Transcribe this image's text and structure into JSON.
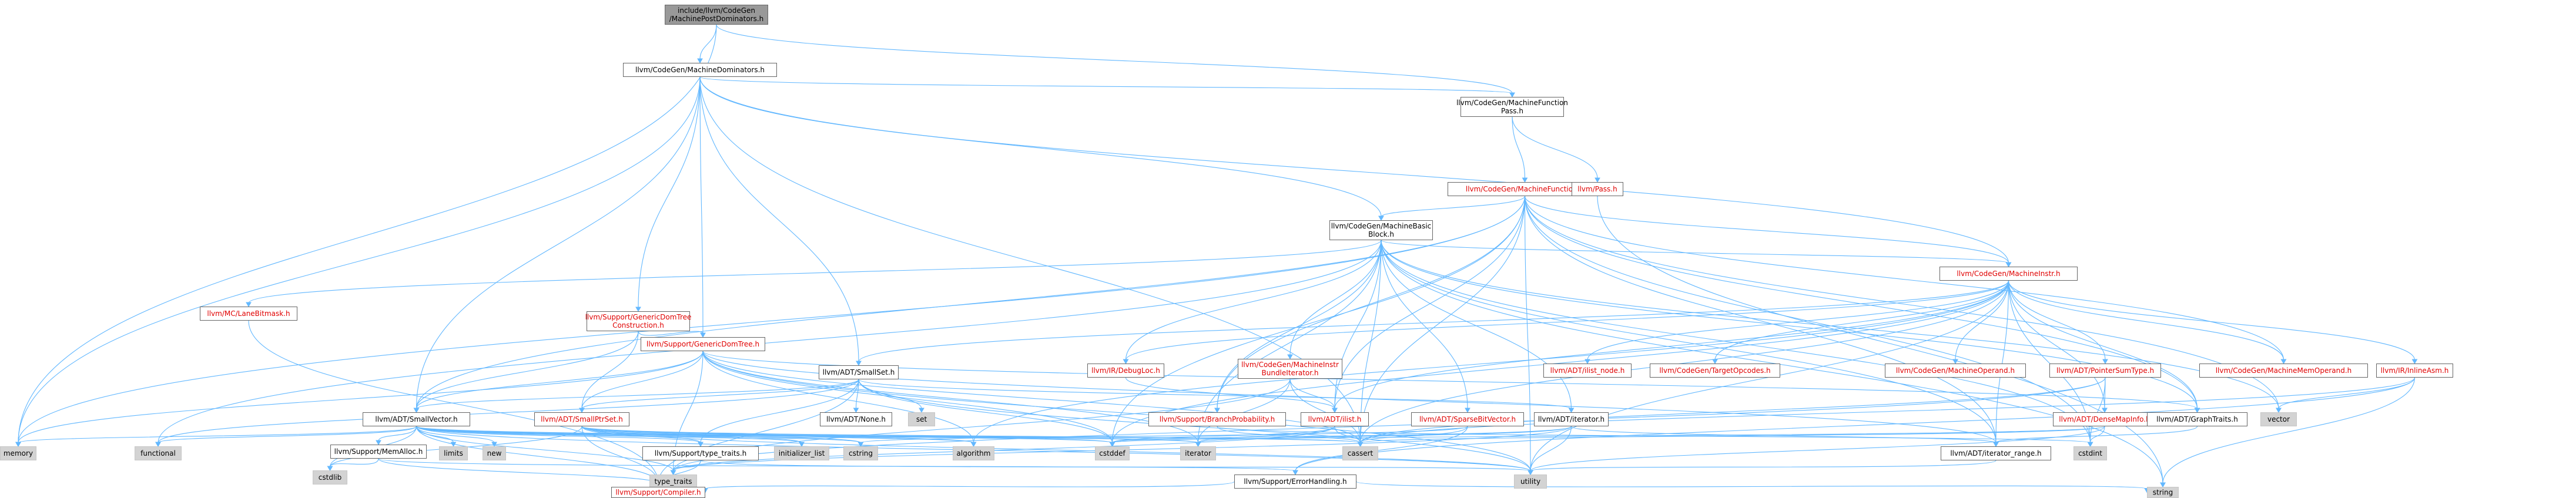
{
  "nodes": [
    {
      "id": "root",
      "lines": [
        "include/llvm/CodeGen",
        "/MachinePostDominators.h"
      ],
      "kind": "sel",
      "link": false
    },
    {
      "id": "mdom",
      "lines": [
        "llvm/CodeGen/MachineDominators.h"
      ],
      "kind": "white",
      "link": true
    },
    {
      "id": "mfp",
      "lines": [
        "llvm/CodeGen/MachineFunction",
        "Pass.h"
      ],
      "kind": "white",
      "link": true
    },
    {
      "id": "mf",
      "lines": [
        "llvm/CodeGen/MachineFunction.h"
      ],
      "kind": "red",
      "link": true
    },
    {
      "id": "pass",
      "lines": [
        "llvm/Pass.h"
      ],
      "kind": "red",
      "link": true
    },
    {
      "id": "mbb",
      "lines": [
        "llvm/CodeGen/MachineBasic",
        "Block.h"
      ],
      "kind": "white",
      "link": true
    },
    {
      "id": "gdtc",
      "lines": [
        "llvm/Support/GenericDomTree",
        "Construction.h"
      ],
      "kind": "red",
      "link": true
    },
    {
      "id": "lanebm",
      "lines": [
        "llvm/MC/LaneBitmask.h"
      ],
      "kind": "red",
      "link": true
    },
    {
      "id": "mi",
      "lines": [
        "llvm/CodeGen/MachineInstr.h"
      ],
      "kind": "red",
      "link": true
    },
    {
      "id": "gdt",
      "lines": [
        "llvm/Support/GenericDomTree.h"
      ],
      "kind": "red",
      "link": true
    },
    {
      "id": "smallset",
      "lines": [
        "llvm/ADT/SmallSet.h"
      ],
      "kind": "white",
      "link": true
    },
    {
      "id": "debugloc",
      "lines": [
        "llvm/IR/DebugLoc.h"
      ],
      "kind": "red",
      "link": true
    },
    {
      "id": "mibi",
      "lines": [
        "llvm/CodeGen/MachineInstr",
        "BundleIterator.h"
      ],
      "kind": "red",
      "link": true
    },
    {
      "id": "listnode",
      "lines": [
        "llvm/ADT/ilist_node.h"
      ],
      "kind": "red",
      "link": true
    },
    {
      "id": "tgtop",
      "lines": [
        "llvm/CodeGen/TargetOpcodes.h"
      ],
      "kind": "red",
      "link": true
    },
    {
      "id": "mop",
      "lines": [
        "llvm/CodeGen/MachineOperand.h"
      ],
      "kind": "red",
      "link": true
    },
    {
      "id": "psum",
      "lines": [
        "llvm/ADT/PointerSumType.h"
      ],
      "kind": "red",
      "link": true
    },
    {
      "id": "mmo",
      "lines": [
        "llvm/CodeGen/MachineMemOperand.h"
      ],
      "kind": "red",
      "link": true
    },
    {
      "id": "inlasm",
      "lines": [
        "llvm/IR/InlineAsm.h"
      ],
      "kind": "red",
      "link": true
    },
    {
      "id": "svec",
      "lines": [
        "llvm/ADT/SmallVector.h"
      ],
      "kind": "white",
      "link": true
    },
    {
      "id": "sps",
      "lines": [
        "llvm/ADT/SmallPtrSet.h"
      ],
      "kind": "red",
      "link": true
    },
    {
      "id": "none",
      "lines": [
        "llvm/ADT/None.h"
      ],
      "kind": "white",
      "link": true
    },
    {
      "id": "set",
      "lines": [
        "set"
      ],
      "kind": "gray",
      "link": false
    },
    {
      "id": "bprob",
      "lines": [
        "llvm/Support/BranchProbability.h"
      ],
      "kind": "red",
      "link": true
    },
    {
      "id": "ilist",
      "lines": [
        "llvm/ADT/ilist.h"
      ],
      "kind": "red",
      "link": true
    },
    {
      "id": "sbv",
      "lines": [
        "llvm/ADT/SparseBitVector.h"
      ],
      "kind": "red",
      "link": true
    },
    {
      "id": "iter",
      "lines": [
        "llvm/ADT/iterator.h"
      ],
      "kind": "white",
      "link": true
    },
    {
      "id": "dmi",
      "lines": [
        "llvm/ADT/DenseMapInfo.h"
      ],
      "kind": "red",
      "link": true
    },
    {
      "id": "gtraits",
      "lines": [
        "llvm/ADT/GraphTraits.h"
      ],
      "kind": "white",
      "link": true
    },
    {
      "id": "vector",
      "lines": [
        "vector"
      ],
      "kind": "gray",
      "link": false
    },
    {
      "id": "memory",
      "lines": [
        "memory"
      ],
      "kind": "gray",
      "link": false
    },
    {
      "id": "functional",
      "lines": [
        "functional"
      ],
      "kind": "gray",
      "link": false
    },
    {
      "id": "memalloc",
      "lines": [
        "llvm/Support/MemAlloc.h"
      ],
      "kind": "white",
      "link": true
    },
    {
      "id": "limits",
      "lines": [
        "limits"
      ],
      "kind": "gray",
      "link": false
    },
    {
      "id": "new",
      "lines": [
        "new"
      ],
      "kind": "gray",
      "link": false
    },
    {
      "id": "typetraits",
      "lines": [
        "llvm/Support/type_traits.h"
      ],
      "kind": "white",
      "link": true
    },
    {
      "id": "initlist",
      "lines": [
        "initializer_list"
      ],
      "kind": "gray",
      "link": false
    },
    {
      "id": "cstring",
      "lines": [
        "cstring"
      ],
      "kind": "gray",
      "link": false
    },
    {
      "id": "algorithm",
      "lines": [
        "algorithm"
      ],
      "kind": "gray",
      "link": false
    },
    {
      "id": "cstddef",
      "lines": [
        "cstddef"
      ],
      "kind": "gray",
      "link": false
    },
    {
      "id": "iterator",
      "lines": [
        "iterator"
      ],
      "kind": "gray",
      "link": false
    },
    {
      "id": "cassert",
      "lines": [
        "cassert"
      ],
      "kind": "gray",
      "link": false
    },
    {
      "id": "irange",
      "lines": [
        "llvm/ADT/iterator_range.h"
      ],
      "kind": "white",
      "link": true
    },
    {
      "id": "cstdint",
      "lines": [
        "cstdint"
      ],
      "kind": "gray",
      "link": false
    },
    {
      "id": "cstdlib",
      "lines": [
        "cstdlib"
      ],
      "kind": "gray",
      "link": false
    },
    {
      "id": "ttraits",
      "lines": [
        "type_traits"
      ],
      "kind": "gray",
      "link": false
    },
    {
      "id": "utility",
      "lines": [
        "utility"
      ],
      "kind": "gray",
      "link": false
    },
    {
      "id": "errh",
      "lines": [
        "llvm/Support/ErrorHandling.h"
      ],
      "kind": "white",
      "link": true
    },
    {
      "id": "compiler",
      "lines": [
        "llvm/Support/Compiler.h"
      ],
      "kind": "red",
      "link": true
    },
    {
      "id": "string",
      "lines": [
        "string"
      ],
      "kind": "gray",
      "link": false
    }
  ],
  "edges": [
    [
      "root",
      "mdom"
    ],
    [
      "root",
      "mfp"
    ],
    [
      "root",
      "memory"
    ],
    [
      "mdom",
      "mfp"
    ],
    [
      "mdom",
      "mbb"
    ],
    [
      "mdom",
      "gdtc"
    ],
    [
      "mdom",
      "mi"
    ],
    [
      "mdom",
      "gdt"
    ],
    [
      "mdom",
      "smallset"
    ],
    [
      "mdom",
      "svec"
    ],
    [
      "mdom",
      "cassert"
    ],
    [
      "mdom",
      "memory"
    ],
    [
      "mfp",
      "mf"
    ],
    [
      "mfp",
      "pass"
    ],
    [
      "mf",
      "mbb"
    ],
    [
      "mf",
      "mi"
    ],
    [
      "mf",
      "mmo"
    ],
    [
      "mf",
      "svec"
    ],
    [
      "mf",
      "ilist"
    ],
    [
      "mf",
      "gtraits"
    ],
    [
      "mf",
      "irange"
    ],
    [
      "mf",
      "bprob"
    ],
    [
      "mf",
      "vector"
    ],
    [
      "mf",
      "cassert"
    ],
    [
      "mf",
      "cstdint"
    ],
    [
      "mf",
      "memory"
    ],
    [
      "mf",
      "utility"
    ],
    [
      "mf",
      "cstddef"
    ],
    [
      "pass",
      "string"
    ],
    [
      "mbb",
      "mi"
    ],
    [
      "mbb",
      "mibi"
    ],
    [
      "mbb",
      "lanebm"
    ],
    [
      "mbb",
      "debugloc"
    ],
    [
      "mbb",
      "sbv"
    ],
    [
      "mbb",
      "gtraits"
    ],
    [
      "mbb",
      "ilist"
    ],
    [
      "mbb",
      "iter"
    ],
    [
      "mbb",
      "irange"
    ],
    [
      "mbb",
      "bprob"
    ],
    [
      "mbb",
      "cassert"
    ],
    [
      "mbb",
      "cstdint"
    ],
    [
      "mbb",
      "functional"
    ],
    [
      "mbb",
      "iterator"
    ],
    [
      "mbb",
      "string"
    ],
    [
      "mbb",
      "vector"
    ],
    [
      "gdtc",
      "gdt"
    ],
    [
      "gdtc",
      "sps"
    ],
    [
      "gdtc",
      "svec"
    ],
    [
      "lanebm",
      "compiler"
    ],
    [
      "mi",
      "mop"
    ],
    [
      "mi",
      "mmo"
    ],
    [
      "mi",
      "tgtop"
    ],
    [
      "mi",
      "listnode"
    ],
    [
      "mi",
      "psum"
    ],
    [
      "mi",
      "dmi"
    ],
    [
      "mi",
      "inlasm"
    ],
    [
      "mi",
      "debugloc"
    ],
    [
      "mi",
      "smallset"
    ],
    [
      "mi",
      "gtraits"
    ],
    [
      "mi",
      "ilist"
    ],
    [
      "mi",
      "irange"
    ],
    [
      "mi",
      "cassert"
    ],
    [
      "mi",
      "cstdint"
    ],
    [
      "mi",
      "utility"
    ],
    [
      "mi",
      "algorithm"
    ],
    [
      "mi",
      "cstddef"
    ],
    [
      "gdt",
      "svec"
    ],
    [
      "gdt",
      "sps"
    ],
    [
      "gdt",
      "gtraits"
    ],
    [
      "gdt",
      "irange"
    ],
    [
      "gdt",
      "cassert"
    ],
    [
      "gdt",
      "algorithm"
    ],
    [
      "gdt",
      "cstddef"
    ],
    [
      "gdt",
      "iterator"
    ],
    [
      "gdt",
      "memory"
    ],
    [
      "gdt",
      "ttraits"
    ],
    [
      "gdt",
      "utility"
    ],
    [
      "smallset",
      "svec"
    ],
    [
      "smallset",
      "sps"
    ],
    [
      "smallset",
      "none"
    ],
    [
      "smallset",
      "iter"
    ],
    [
      "smallset",
      "set"
    ],
    [
      "smallset",
      "compiler"
    ],
    [
      "smallset",
      "typetraits"
    ],
    [
      "smallset",
      "cstddef"
    ],
    [
      "smallset",
      "functional"
    ],
    [
      "smallset",
      "utility"
    ],
    [
      "debugloc",
      "ilist"
    ],
    [
      "mibi",
      "ilist"
    ],
    [
      "mibi",
      "cassert"
    ],
    [
      "mibi",
      "iterator"
    ],
    [
      "mibi",
      "ttraits"
    ],
    [
      "psum",
      "dmi"
    ],
    [
      "psum",
      "cassert"
    ],
    [
      "psum",
      "cstdint"
    ],
    [
      "psum",
      "ttraits"
    ],
    [
      "inlasm",
      "vector"
    ],
    [
      "inlasm",
      "cassert"
    ],
    [
      "inlasm",
      "string"
    ],
    [
      "inlasm",
      "errh"
    ],
    [
      "svec",
      "memalloc"
    ],
    [
      "svec",
      "compiler"
    ],
    [
      "svec",
      "typetraits"
    ],
    [
      "svec",
      "algorithm"
    ],
    [
      "svec",
      "cassert"
    ],
    [
      "svec",
      "cstddef"
    ],
    [
      "svec",
      "cstdlib"
    ],
    [
      "svec",
      "cstring"
    ],
    [
      "svec",
      "functional"
    ],
    [
      "svec",
      "initlist"
    ],
    [
      "svec",
      "iterator"
    ],
    [
      "svec",
      "limits"
    ],
    [
      "svec",
      "memory"
    ],
    [
      "svec",
      "new"
    ],
    [
      "svec",
      "ttraits"
    ],
    [
      "svec",
      "utility"
    ],
    [
      "sps",
      "compiler"
    ],
    [
      "sps",
      "typetraits"
    ],
    [
      "sps",
      "cassert"
    ],
    [
      "sps",
      "cstddef"
    ],
    [
      "sps",
      "cstdlib"
    ],
    [
      "sps",
      "cstring"
    ],
    [
      "sps",
      "initlist"
    ],
    [
      "sps",
      "iterator"
    ],
    [
      "sps",
      "utility"
    ],
    [
      "sps",
      "algorithm"
    ],
    [
      "bprob",
      "cassert"
    ],
    [
      "bprob",
      "cstdint"
    ],
    [
      "bprob",
      "numeric"
    ],
    [
      "ilist",
      "ttraits"
    ],
    [
      "ilist",
      "cassert"
    ],
    [
      "ilist",
      "cstddef"
    ],
    [
      "ilist",
      "iterator"
    ],
    [
      "sbv",
      "errh"
    ],
    [
      "sbv",
      "cassert"
    ],
    [
      "sbv",
      "cstring"
    ],
    [
      "iter",
      "irange"
    ],
    [
      "iter",
      "cstddef"
    ],
    [
      "iter",
      "iterator"
    ],
    [
      "iter",
      "ttraits"
    ],
    [
      "iter",
      "utility"
    ],
    [
      "dmi",
      "cassert"
    ],
    [
      "dmi",
      "cstddef"
    ],
    [
      "dmi",
      "cstdint"
    ],
    [
      "dmi",
      "utility"
    ],
    [
      "gtraits",
      "irange"
    ],
    [
      "memalloc",
      "compiler"
    ],
    [
      "memalloc",
      "errh"
    ],
    [
      "memalloc",
      "cstdlib"
    ],
    [
      "typetraits",
      "compiler"
    ],
    [
      "typetraits",
      "ttraits"
    ],
    [
      "typetraits",
      "utility"
    ],
    [
      "irange",
      "utility"
    ],
    [
      "errh",
      "compiler"
    ],
    [
      "errh",
      "string"
    ]
  ]
}
